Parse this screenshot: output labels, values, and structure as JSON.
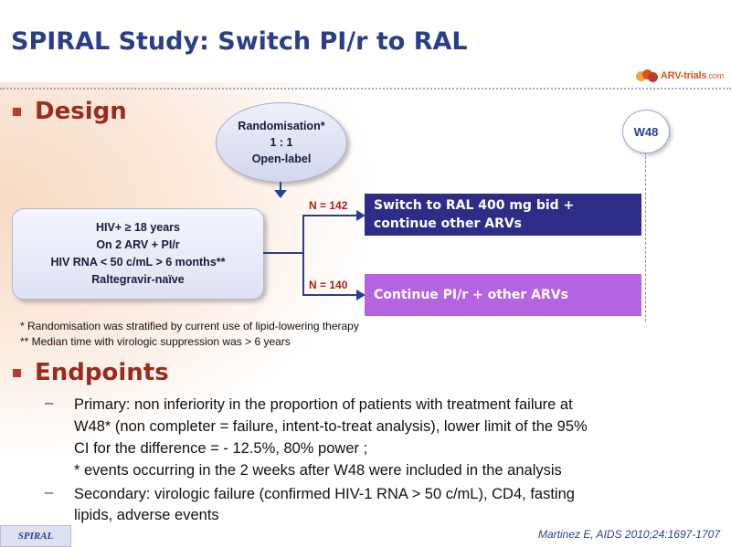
{
  "title": "SPIRAL Study: Switch PI/r to RAL",
  "logo": {
    "brand": "ARV-trials",
    "suffix": ".com"
  },
  "design": {
    "heading": "Design",
    "randomisation": [
      "Randomisation*",
      "1 : 1",
      "Open-label"
    ],
    "timepoint": "W48",
    "population": [
      "HIV+ ≥ 18 years",
      "On 2 ARV + PI/r",
      "HIV RNA < 50 c/mL > 6 months**",
      "Raltegravir-naïve"
    ],
    "arms": [
      {
        "n": "N = 142",
        "lines": [
          "Switch to RAL 400 mg bid +",
          "continue other ARVs"
        ],
        "color": "#2d2d88"
      },
      {
        "n": "N = 140",
        "lines": [
          "Continue PI/r + other ARVs"
        ],
        "color": "#b464e0"
      }
    ],
    "footnotes": [
      "* Randomisation was stratified by current use of lipid-lowering therapy",
      "** Median time with virologic suppression was > 6 years"
    ]
  },
  "endpoints": {
    "heading": "Endpoints",
    "dash": "–",
    "primary_lines": [
      "Primary: non inferiority in the proportion of patients with treatment failure at",
      "W48* (non completer = failure, intent-to-treat analysis), lower limit of the 95%",
      "CI for the difference = - 12.5%, 80% power ;",
      "* events occurring in the 2 weeks after W48 were included in the analysis"
    ],
    "secondary_lines": [
      "Secondary: virologic failure (confirmed HIV-1 RNA > 50 c/mL), CD4, fasting",
      "lipids, adverse events"
    ]
  },
  "footer": {
    "tag": "SPIRAL",
    "citation": "Martinez E, AIDS 2010;24:1697-1707"
  }
}
